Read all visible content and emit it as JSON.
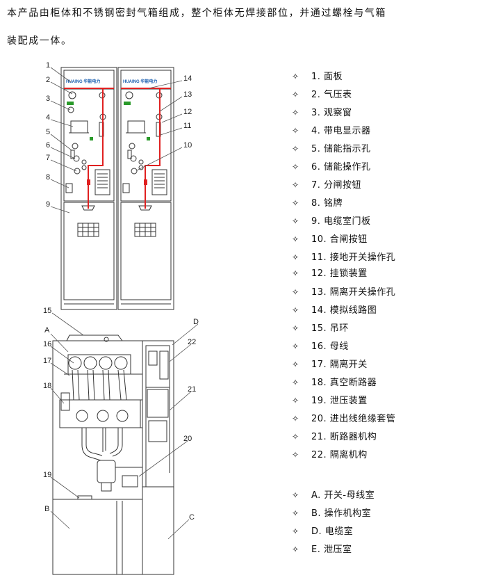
{
  "intro": {
    "line1": "本产品由柜体和不锈钢密封气箱组成，整个柜体无焊接部位，并通过螺栓与气箱",
    "line2": "装配成一体。"
  },
  "figure": {
    "brand": "HUAING 华能电力",
    "callout_numbers": [
      "1",
      "2",
      "3",
      "4",
      "5",
      "6",
      "7",
      "8",
      "9",
      "14",
      "13",
      "12",
      "11",
      "10",
      "15",
      "A",
      "16",
      "17",
      "18",
      "19",
      "B",
      "D",
      "22",
      "21",
      "20",
      "C"
    ]
  },
  "legend": {
    "bullet": "✧",
    "items": [
      "1. 面板",
      "2. 气压表",
      "3. 观察窗",
      "4. 带电显示器",
      "5. 储能指示孔",
      "6. 储能操作孔",
      "7. 分闸按钮",
      "8. 铭牌",
      "9. 电缆室门板",
      "10. 合闸按钮",
      "11. 接地开关操作孔",
      "12. 挂锁装置",
      "13. 隔离开关操作孔",
      "14. 模拟线路图",
      "15. 吊环",
      "16. 母线",
      "17. 隔离开关",
      "18. 真空断路器",
      "19. 泄压装置",
      "20. 进出线绝缘套管",
      "21. 断路器机构",
      "22. 隔离机构",
      "A. 开关-母线室",
      "B. 操作机构室",
      "D. 电缆室",
      "E. 泄压室"
    ]
  }
}
